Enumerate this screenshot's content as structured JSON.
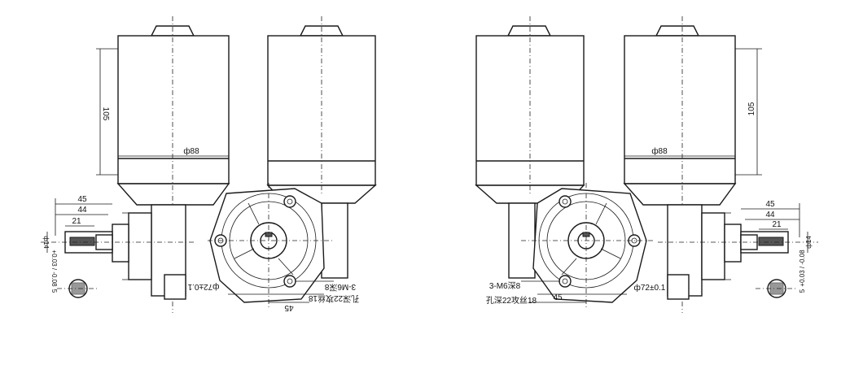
{
  "left_view": {
    "dim_height": "105",
    "dim_diameter": "ф88",
    "dim_overall": "45",
    "dim_shaft_len": "44",
    "dim_key": "21",
    "dim_shaft_dia": "ф14",
    "dim_key_tol": "+0.03 / -0.08",
    "dim_key_w": "5",
    "dim_pcd": "ф72±0.1",
    "dim_bottom": "45",
    "note_thread": "3-M6深8",
    "note_bore": "孔深22攻丝18"
  },
  "right_view": {
    "dim_height": "105",
    "dim_diameter": "ф88",
    "dim_overall": "45",
    "dim_shaft_len": "44",
    "dim_key": "21",
    "dim_shaft_dia": "ф14",
    "dim_key_tol": "+0.03 / -0.08",
    "dim_key_w": "5",
    "dim_pcd": "ф72±0.1",
    "dim_bottom": "45",
    "note_thread": "3-M6深8",
    "note_bore": "孔深22攻丝18"
  }
}
